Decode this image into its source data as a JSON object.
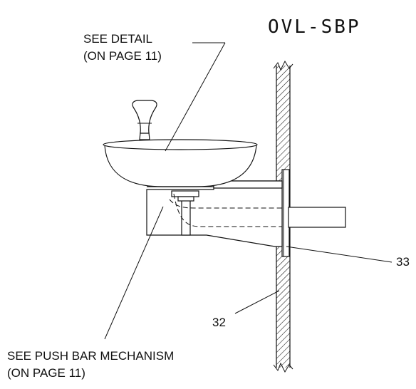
{
  "model_code": "OVL-SBP",
  "callouts": {
    "detail_line1": "SEE DETAIL",
    "detail_line2": "(ON PAGE 11)",
    "pushbar_line1": "SEE PUSH BAR MECHANISM",
    "pushbar_line2": "(ON PAGE 11)"
  },
  "part_numbers": {
    "wall": "32",
    "bracket": "33"
  }
}
